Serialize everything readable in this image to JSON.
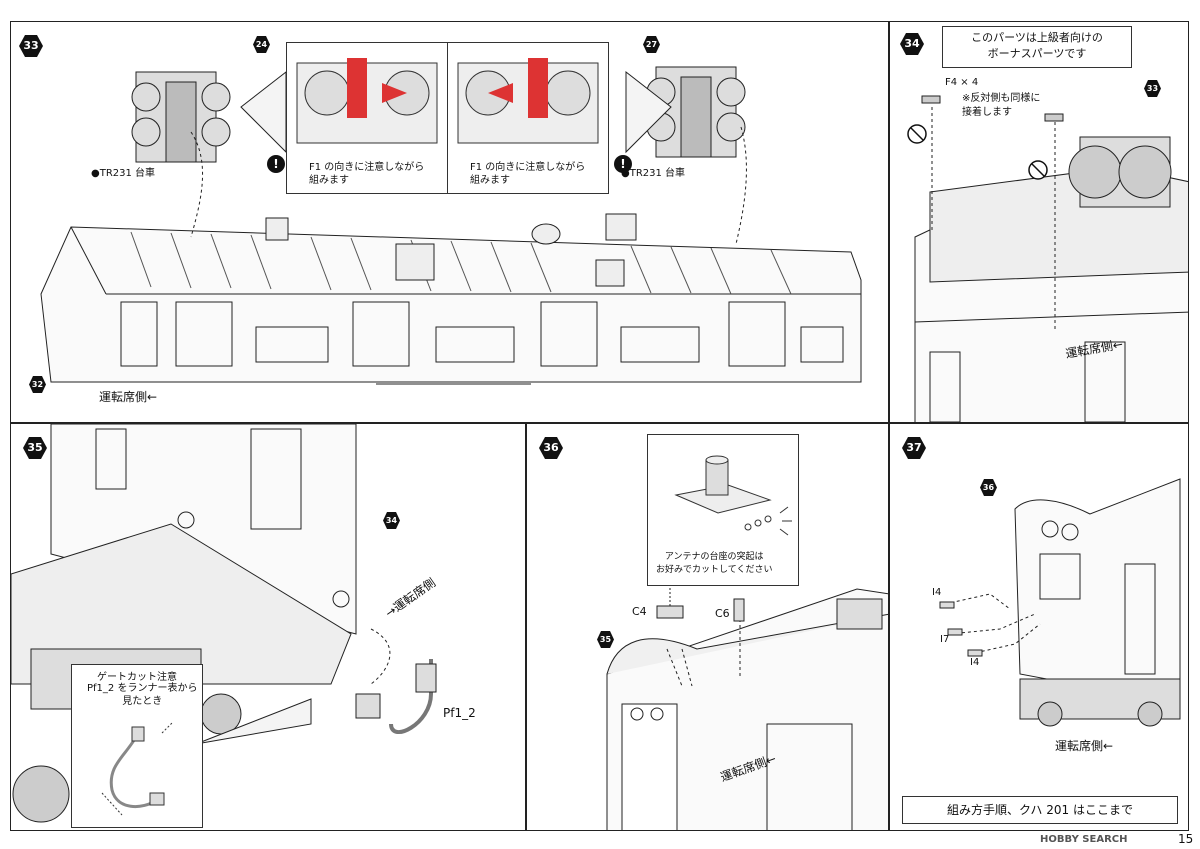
{
  "page_number": "15",
  "watermark": "HOBBY SEARCH",
  "step33": {
    "number": "33",
    "part_refs": [
      "24",
      "27",
      "32"
    ],
    "bogie_left": "●TR231 台車",
    "bogie_right": "●TR231 台車",
    "note_left": "F1 の向きに注意しながら\n組みます",
    "note_right": "F1 の向きに注意しながら\n組みます",
    "direction": "運転席側←"
  },
  "step34": {
    "number": "34",
    "bonus_note": "このパーツは上級者向けの\nボーナスパーツです",
    "part_code": "F4 × 4",
    "instruction": "※反対側も同様に\n接着します",
    "part_ref": "33",
    "direction": "運転席側←"
  },
  "step35": {
    "number": "35",
    "part_ref": "34",
    "direction": "→運転席側",
    "gate_title": "ゲートカット注意",
    "gate_note": "Pf1_2 をランナー表から\n見たとき",
    "part_code": "Pf1_2"
  },
  "step36": {
    "number": "36",
    "part_ref": "35",
    "antenna_note": "アンテナの台座の突起は\nお好みでカットしてください",
    "part_c4": "C4",
    "part_c6": "C6",
    "direction": "運転席側←"
  },
  "step37": {
    "number": "37",
    "part_ref": "36",
    "part_i4_top": "I4",
    "part_i7": "I7",
    "part_i4_bottom": "I4",
    "direction": "運転席側←",
    "end_note": "組み方手順、クハ 201 はここまで"
  }
}
